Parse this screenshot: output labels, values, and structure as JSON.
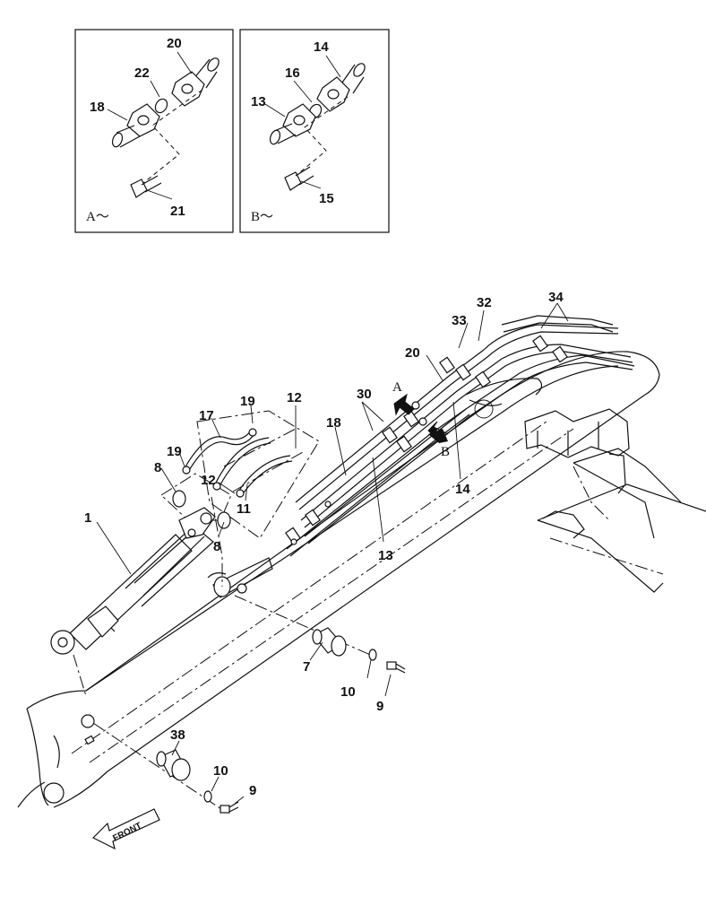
{
  "insets": [
    {
      "ref_label": "A〜",
      "parts": [
        "20",
        "22",
        "18",
        "21"
      ]
    },
    {
      "ref_label": "B〜",
      "parts": [
        "14",
        "16",
        "13",
        "15"
      ]
    }
  ],
  "view_markers": {
    "a": "A",
    "b": "B"
  },
  "front_label": "FRONT",
  "callouts": {
    "c1": "1",
    "c7": "7",
    "c8a": "8",
    "c8b": "8",
    "c9a": "9",
    "c9b": "9",
    "c10a": "10",
    "c10b": "10",
    "c11": "11",
    "c12a": "12",
    "c12b": "12",
    "c13": "13",
    "c14": "14",
    "c17": "17",
    "c18": "18",
    "c19a": "19",
    "c19b": "19",
    "c20": "20",
    "c30": "30",
    "c32": "32",
    "c33": "33",
    "c34": "34",
    "c38": "38",
    "i20": "20",
    "i22": "22",
    "i18": "18",
    "i21": "21",
    "i14": "14",
    "i16": "16",
    "i13": "13",
    "i15": "15"
  }
}
